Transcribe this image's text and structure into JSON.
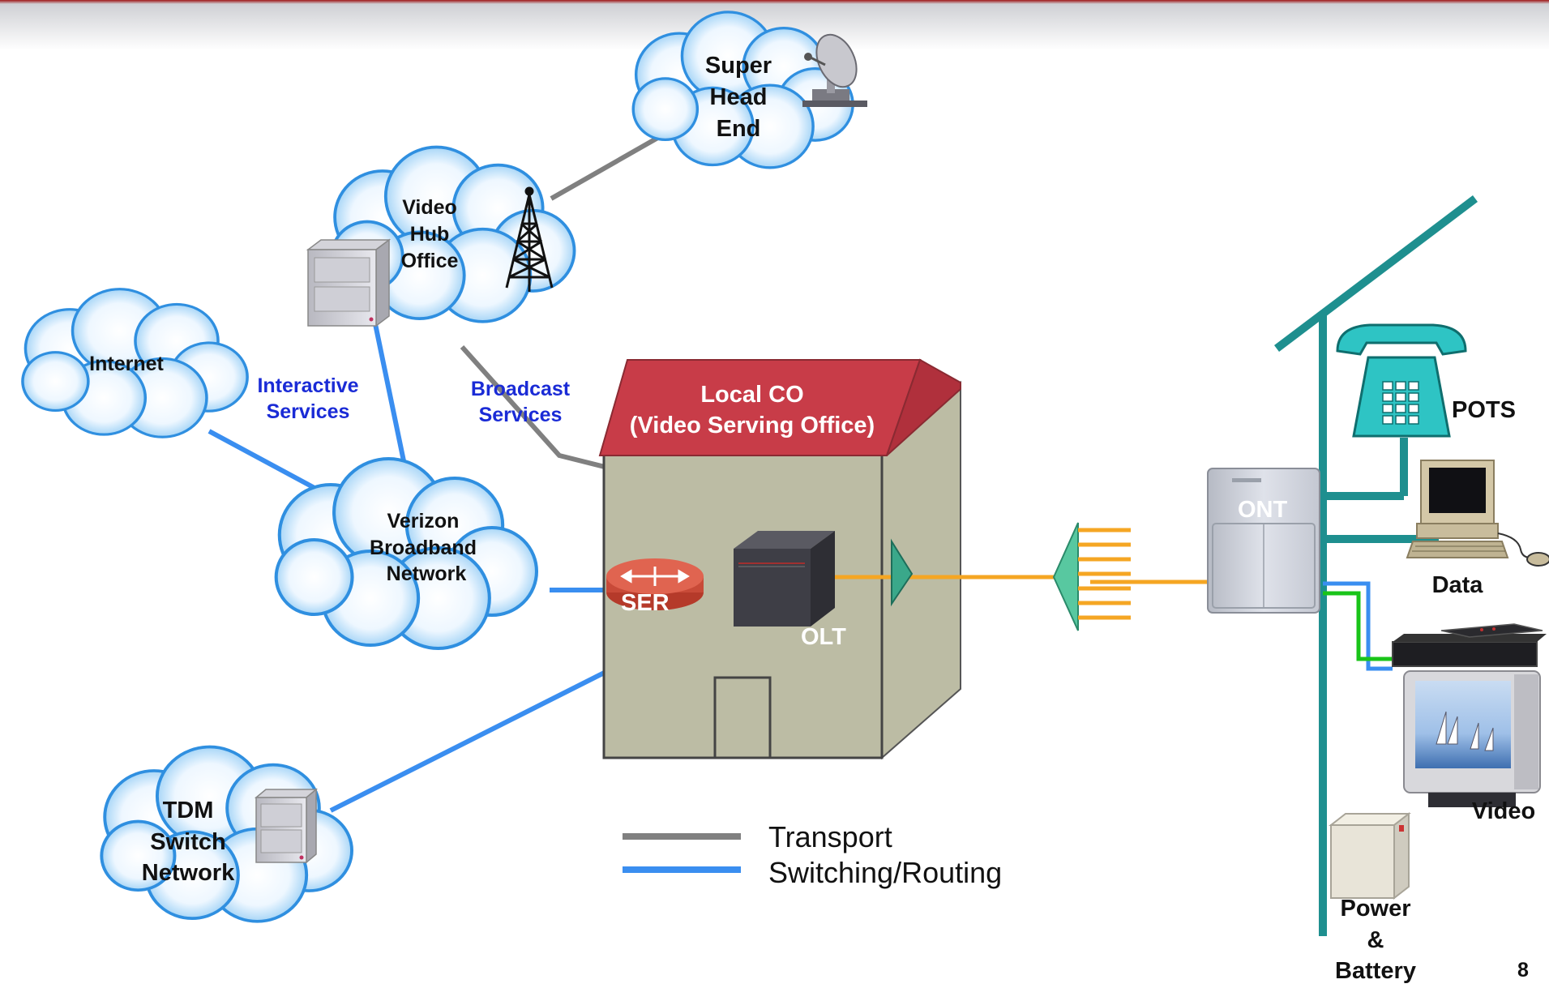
{
  "colors": {
    "transport": "#808080",
    "switching": "#3a8ef0",
    "fiber": "#f5a623",
    "teal": "#1e8f8f",
    "green": "#19c419"
  },
  "clouds": {
    "super_head_end": [
      "Super",
      "Head",
      "End"
    ],
    "video_hub_office": [
      "Video",
      "Hub",
      "Office"
    ],
    "internet": [
      "Internet"
    ],
    "verizon": [
      "Verizon",
      "Broadband",
      "Network"
    ],
    "tdm": [
      "TDM",
      "Switch",
      "Network"
    ]
  },
  "labels": {
    "interactive": [
      "Interactive",
      "Services"
    ],
    "broadcast": [
      "Broadcast",
      "Services"
    ],
    "local_co": [
      "Local CO",
      "(Video Serving Office)"
    ],
    "ser": "SER",
    "olt": "OLT",
    "ont": "ONT",
    "pots": "POTS",
    "data": "Data",
    "video": "Video",
    "power": [
      "Power",
      "&",
      "Battery"
    ],
    "page_number": "8"
  },
  "legend": {
    "transport": "Transport",
    "switching": "Switching/Routing"
  },
  "icons": [
    "satellite-dish-icon",
    "radio-tower-icon",
    "equipment-rack-icon",
    "router-icon",
    "olt-chassis-icon",
    "splitter-icon",
    "ont-box-icon",
    "telephone-icon",
    "computer-icon",
    "set-top-box-icon",
    "television-icon",
    "battery-ups-icon"
  ]
}
